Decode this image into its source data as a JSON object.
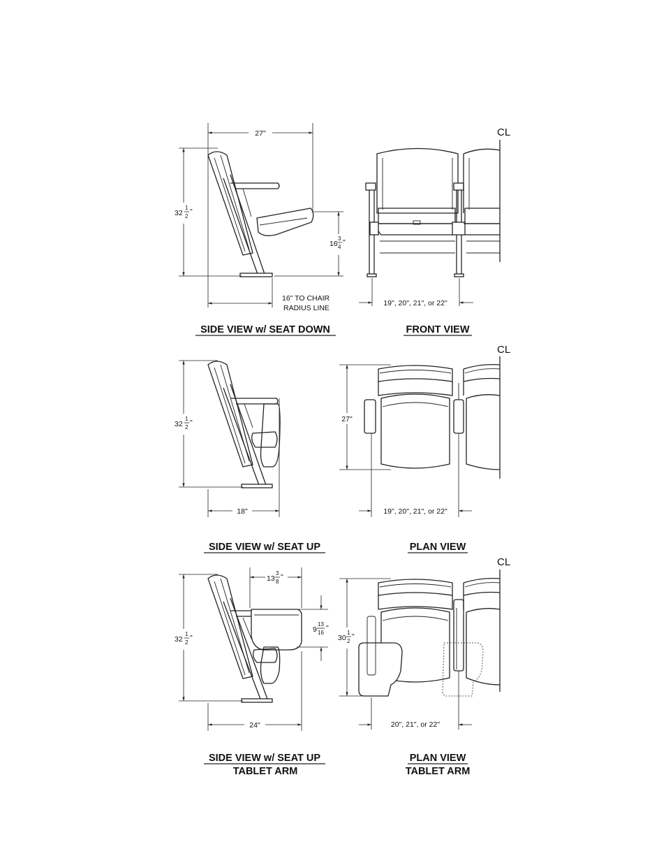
{
  "views": {
    "side_down": {
      "title": "SIDE VIEW w/ SEAT DOWN",
      "width": "27\"",
      "height_whole": "32",
      "height_num": "1",
      "height_den": "2",
      "seat_whole": "16",
      "seat_num": "3",
      "seat_den": "4",
      "radius_line_1": "16\" TO CHAIR",
      "radius_line_2": "RADIUS LINE"
    },
    "front": {
      "title": "FRONT VIEW",
      "width": "19\", 20\", 21\", or 22\"",
      "centerline": "CL"
    },
    "side_up": {
      "title": "SIDE VIEW w/ SEAT UP",
      "width": "18\"",
      "height_whole": "32",
      "height_num": "1",
      "height_den": "2"
    },
    "plan": {
      "title": "PLAN VIEW",
      "depth": "27\"",
      "width": "19\", 20\", 21\", or 22\"",
      "centerline": "CL"
    },
    "side_tablet": {
      "title": "SIDE VIEW w/ SEAT UP",
      "subtitle": "TABLET ARM",
      "width": "24\"",
      "height_whole": "32",
      "height_num": "1",
      "height_den": "2",
      "tablet_whole": "13",
      "tablet_num": "3",
      "tablet_den": "8",
      "tablet_h_whole": "9",
      "tablet_h_num": "13",
      "tablet_h_den": "16"
    },
    "plan_tablet": {
      "title": "PLAN VIEW",
      "subtitle": "TABLET ARM",
      "depth_whole": "30",
      "depth_num": "1",
      "depth_den": "2",
      "width": "20\", 21\", or 22\"",
      "centerline": "CL"
    }
  }
}
